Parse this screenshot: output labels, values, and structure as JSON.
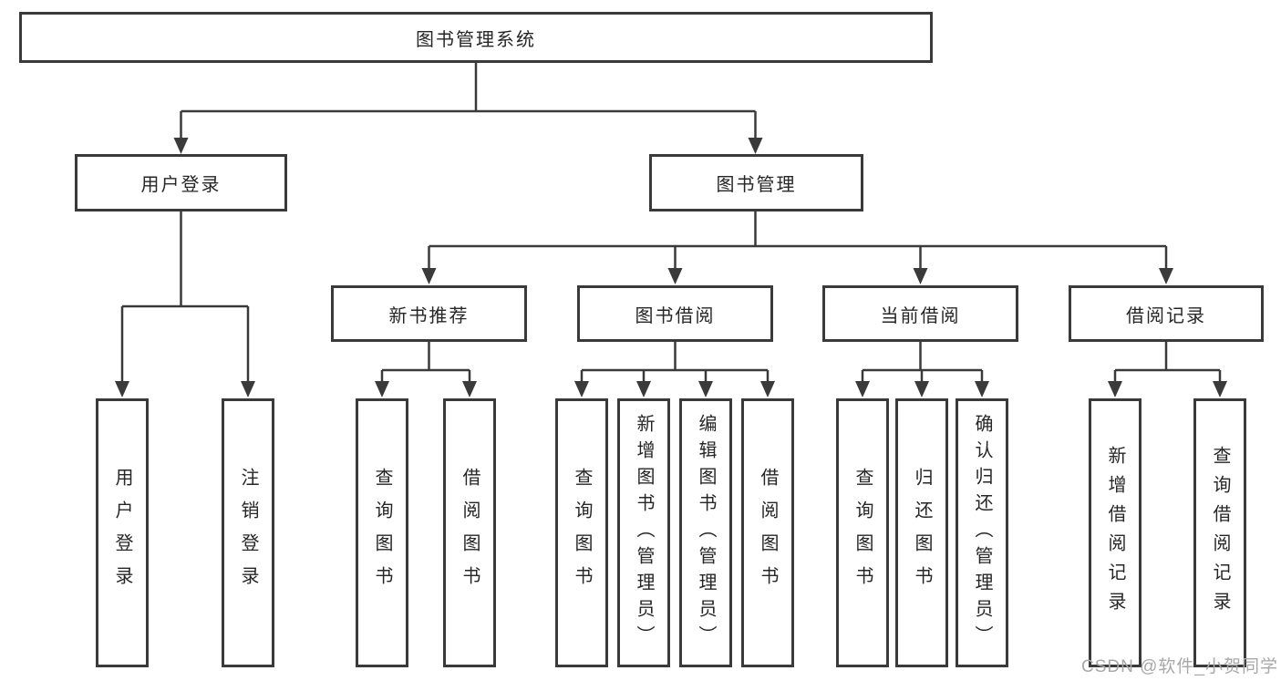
{
  "diagram": {
    "root": "图书管理系统",
    "level2": [
      "用户登录",
      "图书管理"
    ],
    "level3": [
      "新书推荐",
      "图书借阅",
      "当前借阅",
      "借阅记录"
    ],
    "leaves_user": [
      "用户登录",
      "注销登录"
    ],
    "leaves_newbook": [
      "查询图书",
      "借阅图书"
    ],
    "leaves_bookborrow": [
      "查询图书",
      "新增图书（管理员）",
      "编辑图书（管理员）",
      "借阅图书"
    ],
    "leaves_current": [
      "查询图书",
      "归还图书",
      "确认归还（管理员）"
    ],
    "leaves_records": [
      "新增借阅记录",
      "查询借阅记录"
    ]
  },
  "watermark": "CSDN @软件_小贺同学",
  "colors": {
    "line": "#3a3a3a",
    "box_border": "#3a3a3a",
    "text": "#262626",
    "watermark": "#a8a8a8",
    "background": "#ffffff"
  }
}
